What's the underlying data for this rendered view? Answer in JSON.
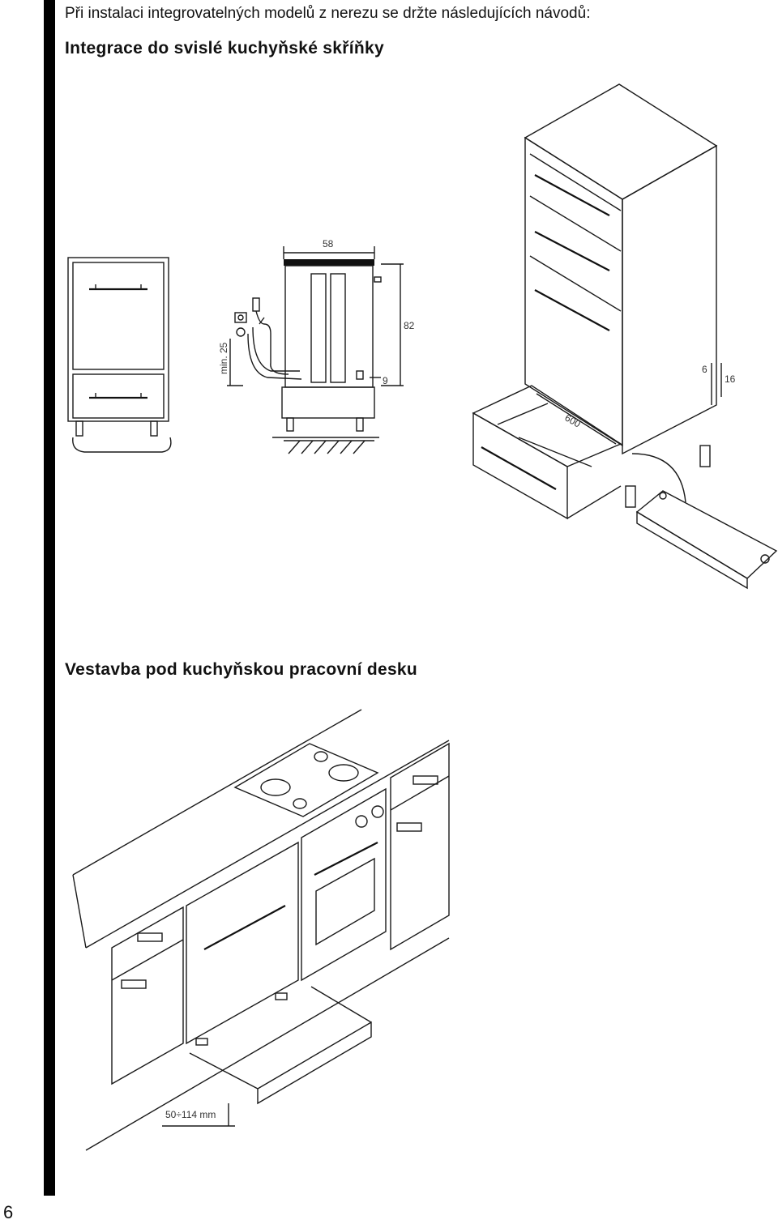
{
  "page": {
    "number": "6"
  },
  "intro": "Při instalaci integrovatelných modelů z nerezu se držte následujících návodů:",
  "section_vertical": {
    "title": "Integrace do svislé kuchyňské skříňky"
  },
  "section_under": {
    "title": "Vestavba pod kuchyňskou pracovní desku"
  },
  "dimensions": {
    "width": "58",
    "height": "82",
    "gap": "9",
    "min": "min. 25",
    "drawer": "600",
    "d6": "6",
    "d16": "16",
    "plinth": "50÷114 mm"
  }
}
